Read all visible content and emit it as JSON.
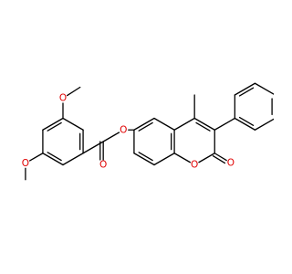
{
  "molecule": {
    "atoms": [
      {
        "id": "O1",
        "label": "O"
      },
      {
        "id": "O2",
        "label": "O"
      },
      {
        "id": "O3",
        "label": "O"
      },
      {
        "id": "O4",
        "label": "O"
      },
      {
        "id": "O5",
        "label": "O"
      },
      {
        "id": "O6",
        "label": "O"
      },
      {
        "id": "O7",
        "label": "O"
      }
    ],
    "colors": {
      "carbon_bond": "#000000",
      "oxygen": "#e00000",
      "background": "#ffffff"
    }
  }
}
